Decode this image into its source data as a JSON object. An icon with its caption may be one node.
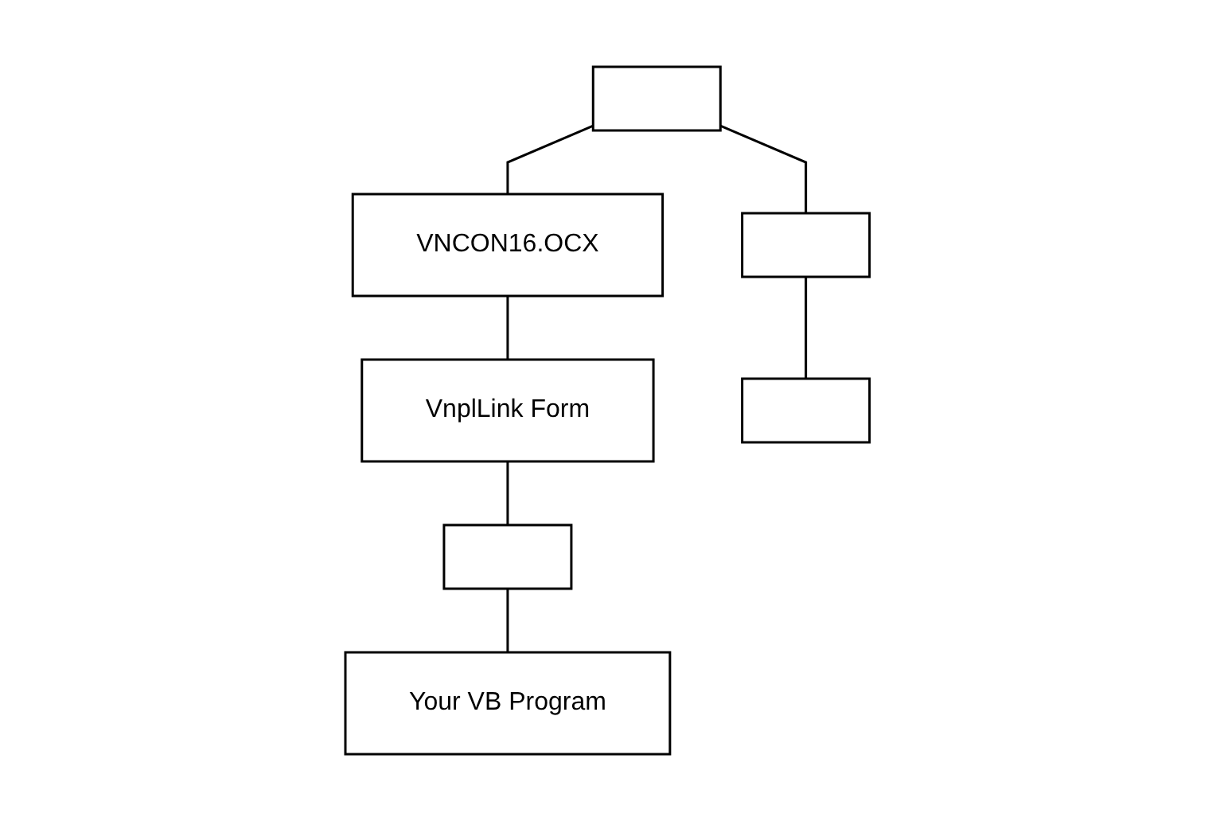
{
  "diagram": {
    "nodes": [
      {
        "text": [],
        "shape": "box"
      },
      {
        "text": [
          "VNCON16.OCX"
        ]
      },
      {
        "text": [],
        "shape": "box"
      },
      {
        "text": [
          "VnplLink Form"
        ]
      },
      {
        "text": [],
        "shape": "box"
      },
      {
        "text": [],
        "shape": "box"
      },
      {
        "text": [
          "Your VB Program"
        ]
      }
    ],
    "edges": [
      {
        "from": 0,
        "to": 1,
        "arrow": "none"
      },
      {
        "from": 0,
        "to": 2,
        "arrow": "none"
      },
      {
        "from": 2,
        "to": 4,
        "arrow": "none"
      },
      {
        "from": 1,
        "to": 3,
        "arrow": "none"
      },
      {
        "from": 3,
        "to": 5,
        "arrow": "none"
      },
      {
        "from": 5,
        "to": 6,
        "arrow": "none"
      }
    ]
  }
}
